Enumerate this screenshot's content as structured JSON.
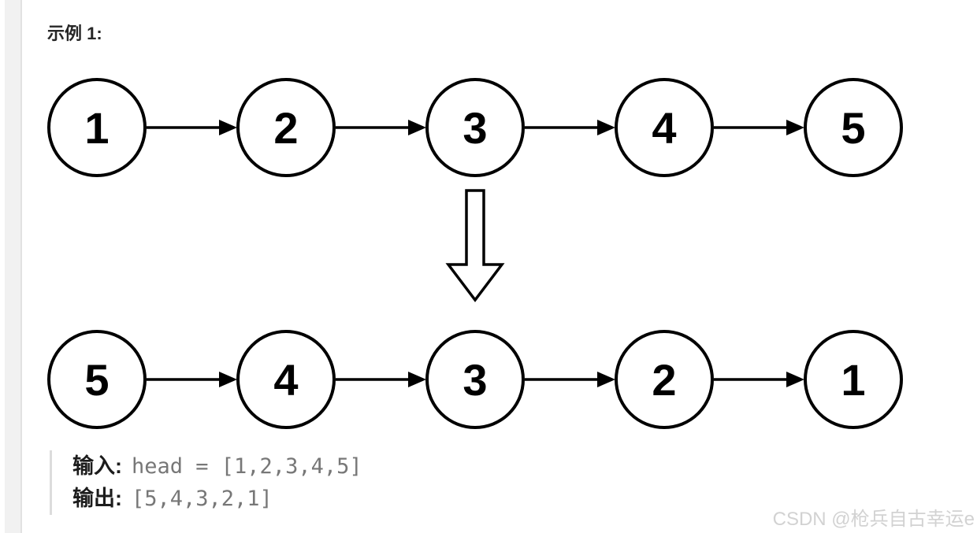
{
  "example": {
    "title": "示例 1:",
    "input_label": "输入:",
    "input_value": "head = [1,2,3,4,5]",
    "output_label": "输出:",
    "output_value": "[5,4,3,2,1]"
  },
  "diagram": {
    "type": "linked-list-reversal",
    "rows": [
      {
        "name": "original-list",
        "values": [
          "1",
          "2",
          "3",
          "4",
          "5"
        ]
      },
      {
        "name": "reversed-list",
        "values": [
          "5",
          "4",
          "3",
          "2",
          "1"
        ]
      }
    ],
    "pointer_icon": "right-arrowhead-icon",
    "transform_icon": "down-arrow-icon",
    "colors": {
      "node_stroke": "#000000",
      "node_fill": "#ffffff",
      "node_text": "#000000",
      "arrow": "#000000"
    }
  },
  "watermark": {
    "text": "CSDN @枪兵自古幸运e"
  }
}
